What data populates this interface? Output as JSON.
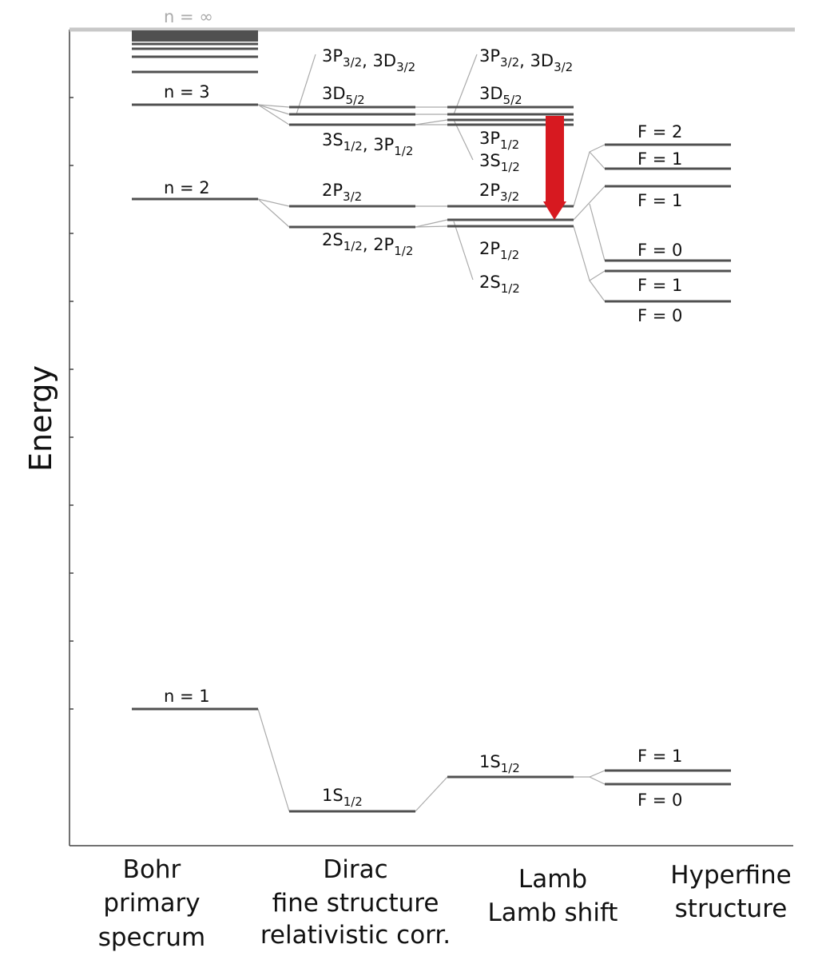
{
  "axis": {
    "ylabel": "Energy"
  },
  "colors": {
    "level": "#505050",
    "connector": "#aaaaaa",
    "limit": "#c8c8c8",
    "arrow": "#d71920",
    "limit_label": "#aaaaaa"
  },
  "columns": [
    {
      "lines": [
        "Bohr",
        "primary",
        "specrum"
      ]
    },
    {
      "lines": [
        "Dirac",
        "fine structure",
        "relativistic corr."
      ]
    },
    {
      "lines": [
        "Lamb",
        "Lamb shift"
      ]
    },
    {
      "lines": [
        "Hyperfine",
        "structure"
      ]
    }
  ],
  "labels": {
    "bohr": [
      [
        {
          "t": "n = ∞"
        }
      ],
      [
        {
          "t": "n = 3"
        }
      ],
      [
        {
          "t": "n = 2"
        }
      ],
      [
        {
          "t": "n = 1"
        }
      ]
    ],
    "dirac": [
      [
        {
          "t": "3P"
        },
        {
          "s": "3/2"
        },
        {
          "t": ", 3D"
        },
        {
          "s": "3/2"
        }
      ],
      [
        {
          "t": "3D"
        },
        {
          "s": "5/2"
        }
      ],
      [
        {
          "t": "3S"
        },
        {
          "s": "1/2"
        },
        {
          "t": ", 3P"
        },
        {
          "s": "1/2"
        }
      ],
      [
        {
          "t": "2P"
        },
        {
          "s": "3/2"
        }
      ],
      [
        {
          "t": "2S"
        },
        {
          "s": "1/2"
        },
        {
          "t": ", 2P"
        },
        {
          "s": "1/2"
        }
      ],
      [
        {
          "t": "1S"
        },
        {
          "s": "1/2"
        }
      ]
    ],
    "lamb": [
      [
        {
          "t": "3P"
        },
        {
          "s": "3/2"
        },
        {
          "t": ", 3D"
        },
        {
          "s": "3/2"
        }
      ],
      [
        {
          "t": "3D"
        },
        {
          "s": "5/2"
        }
      ],
      [
        {
          "t": "3P"
        },
        {
          "s": "1/2"
        }
      ],
      [
        {
          "t": "3S"
        },
        {
          "s": "1/2"
        }
      ],
      [
        {
          "t": "2P"
        },
        {
          "s": "3/2"
        }
      ],
      [
        {
          "t": "2P"
        },
        {
          "s": "1/2"
        }
      ],
      [
        {
          "t": "2S"
        },
        {
          "s": "1/2"
        }
      ],
      [
        {
          "t": "1S"
        },
        {
          "s": "1/2"
        }
      ]
    ],
    "hyperfine": [
      [
        {
          "t": "F = 2"
        }
      ],
      [
        {
          "t": "F = 1"
        }
      ],
      [
        {
          "t": "F = 1"
        }
      ],
      [
        {
          "t": "F = 0"
        }
      ],
      [
        {
          "t": "F = 1"
        }
      ],
      [
        {
          "t": "F = 0"
        }
      ],
      [
        {
          "t": "F = 1"
        }
      ],
      [
        {
          "t": "F = 0"
        }
      ]
    ]
  }
}
